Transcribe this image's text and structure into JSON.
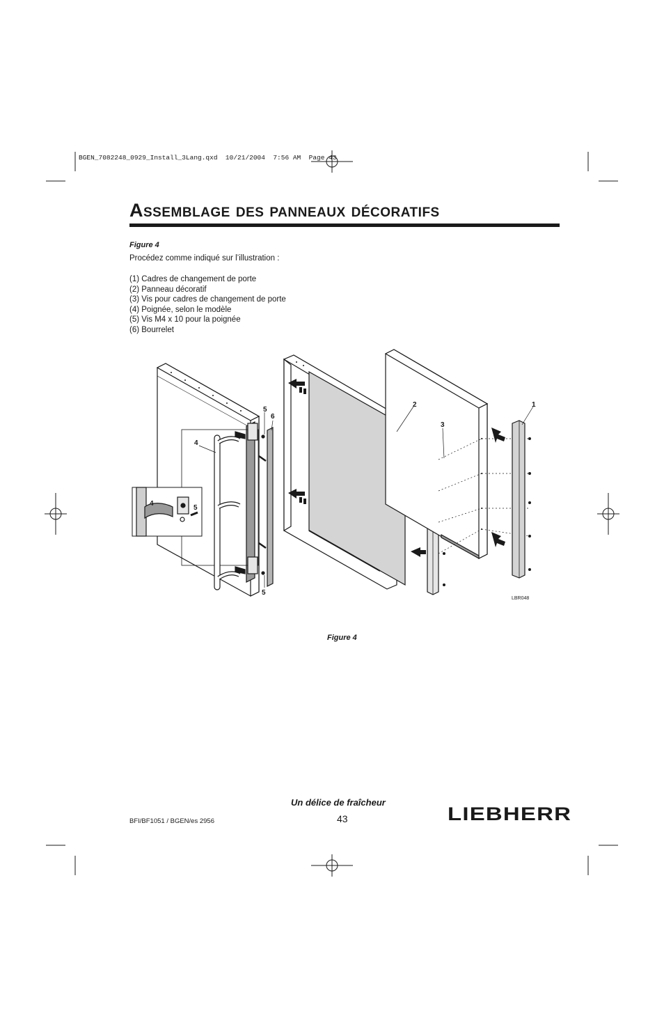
{
  "print_slug": "BGEN_7082248_0929_Install_3Lang.qxd  10/21/2004  7:56 AM  Page 43",
  "title": "Assemblage des panneaux décoratifs",
  "figure_label_top": "Figure 4",
  "intro": "Procédez comme indiqué sur l’illustration :",
  "items": [
    "(1)  Cadres de changement de porte",
    "(2)  Panneau décoratif",
    "(3)  Vis pour cadres de changement de porte",
    "(4)  Poignée, selon le modèle",
    "(5)  Vis M4 x 10 pour la poignée",
    "(6)  Bourrelet"
  ],
  "diagram": {
    "callouts": [
      "1",
      "2",
      "3",
      "4",
      "5",
      "6",
      "4",
      "5",
      "5"
    ],
    "image_code": "LBR048"
  },
  "figure_caption": "Figure 4",
  "tagline": "Un délice de fraîcheur",
  "page_number": "43",
  "doc_reference": "BFI/BF1051 / BGEN/es 2956",
  "brand_logo": "LIEBHERR",
  "colors": {
    "ink": "#1a1a1a",
    "panel_gray": "#d4d4d4",
    "mid_gray": "#9a9a9a"
  }
}
